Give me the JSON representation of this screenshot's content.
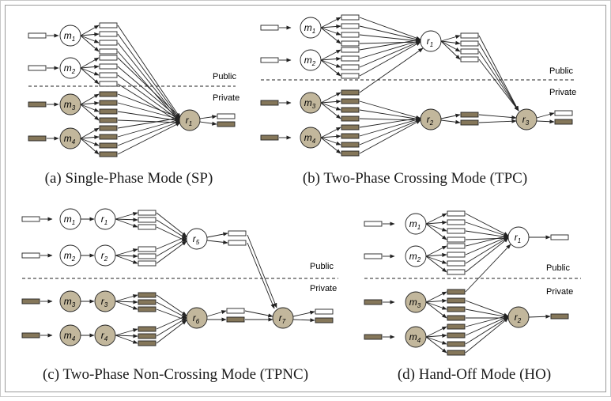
{
  "colors": {
    "private_fill": "#c2b79c",
    "private_box": "#85775a",
    "public_fill": "#ffffff",
    "stroke": "#222222",
    "frame_outer": "#c8c8c8",
    "frame_inner": "#9a9a9a"
  },
  "zone_labels": {
    "public": "Public",
    "private": "Private"
  },
  "panels": {
    "a": {
      "caption": "(a)  Single-Phase Mode (SP)",
      "nodes": {
        "m1": {
          "letter": "m",
          "sub": "1"
        },
        "m2": {
          "letter": "m",
          "sub": "2"
        },
        "m3": {
          "letter": "m",
          "sub": "3"
        },
        "m4": {
          "letter": "m",
          "sub": "4"
        },
        "r1": {
          "letter": "r",
          "sub": "1"
        }
      }
    },
    "b": {
      "caption": "(b)  Two-Phase Crossing Mode (TPC)",
      "nodes": {
        "m1": {
          "letter": "m",
          "sub": "1"
        },
        "m2": {
          "letter": "m",
          "sub": "2"
        },
        "m3": {
          "letter": "m",
          "sub": "3"
        },
        "m4": {
          "letter": "m",
          "sub": "4"
        },
        "r1": {
          "letter": "r",
          "sub": "1"
        },
        "r2": {
          "letter": "r",
          "sub": "2"
        },
        "r3": {
          "letter": "r",
          "sub": "3"
        }
      }
    },
    "c": {
      "caption": "(c)  Two-Phase Non-Crossing Mode (TPNC)",
      "nodes": {
        "m1": {
          "letter": "m",
          "sub": "1"
        },
        "m2": {
          "letter": "m",
          "sub": "2"
        },
        "m3": {
          "letter": "m",
          "sub": "3"
        },
        "m4": {
          "letter": "m",
          "sub": "4"
        },
        "r1": {
          "letter": "r",
          "sub": "1"
        },
        "r2": {
          "letter": "r",
          "sub": "2"
        },
        "r3": {
          "letter": "r",
          "sub": "3"
        },
        "r4": {
          "letter": "r",
          "sub": "4"
        },
        "r5": {
          "letter": "r",
          "sub": "5"
        },
        "r6": {
          "letter": "r",
          "sub": "6"
        },
        "r7": {
          "letter": "r",
          "sub": "7"
        }
      }
    },
    "d": {
      "caption": "(d)  Hand-Off Mode (HO)",
      "nodes": {
        "m1": {
          "letter": "m",
          "sub": "1"
        },
        "m2": {
          "letter": "m",
          "sub": "2"
        },
        "m3": {
          "letter": "m",
          "sub": "3"
        },
        "m4": {
          "letter": "m",
          "sub": "4"
        },
        "r1": {
          "letter": "r",
          "sub": "1"
        },
        "r2": {
          "letter": "r",
          "sub": "2"
        }
      }
    }
  }
}
